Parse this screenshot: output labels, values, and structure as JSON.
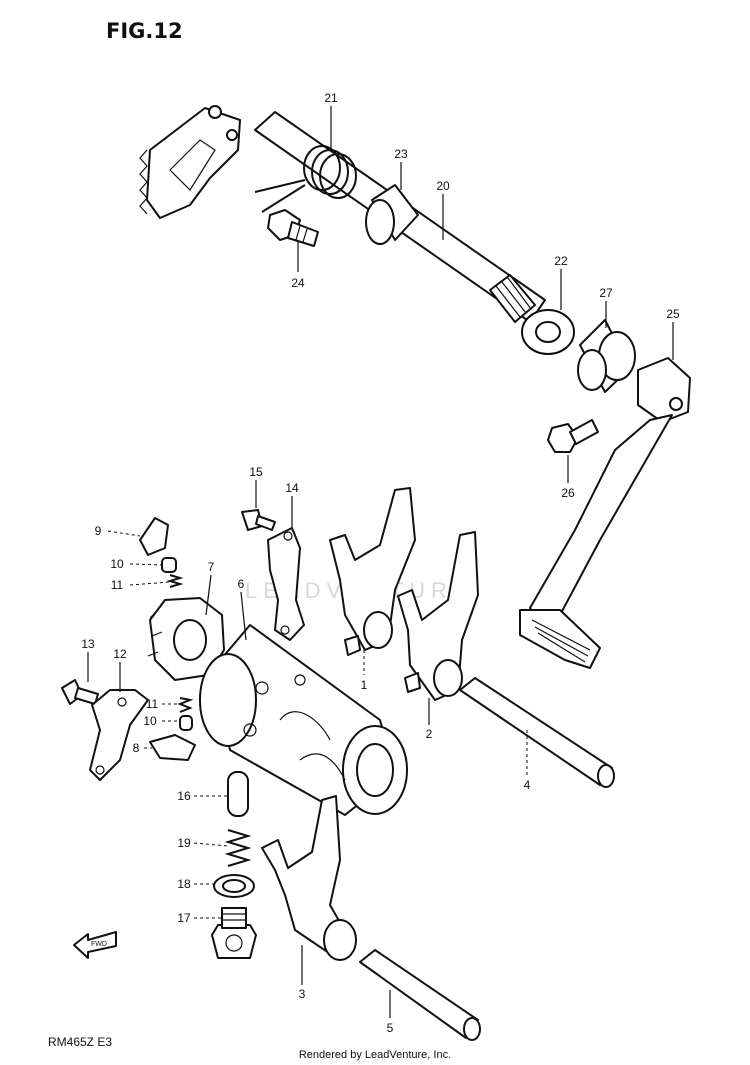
{
  "figure_label": "FIG.12",
  "model_code": "RM465Z  E3",
  "footer_text": "Rendered by LeadVenture, Inc.",
  "watermark_text": "LEADVENTURE",
  "direction_label": "FWD",
  "callouts": [
    "21",
    "23",
    "20",
    "24",
    "22",
    "27",
    "25",
    "26",
    "15",
    "14",
    "9",
    "10",
    "11",
    "7",
    "6",
    "13",
    "12",
    "11",
    "10",
    "8",
    "1",
    "2",
    "4",
    "16",
    "19",
    "18",
    "17",
    "3",
    "5"
  ]
}
